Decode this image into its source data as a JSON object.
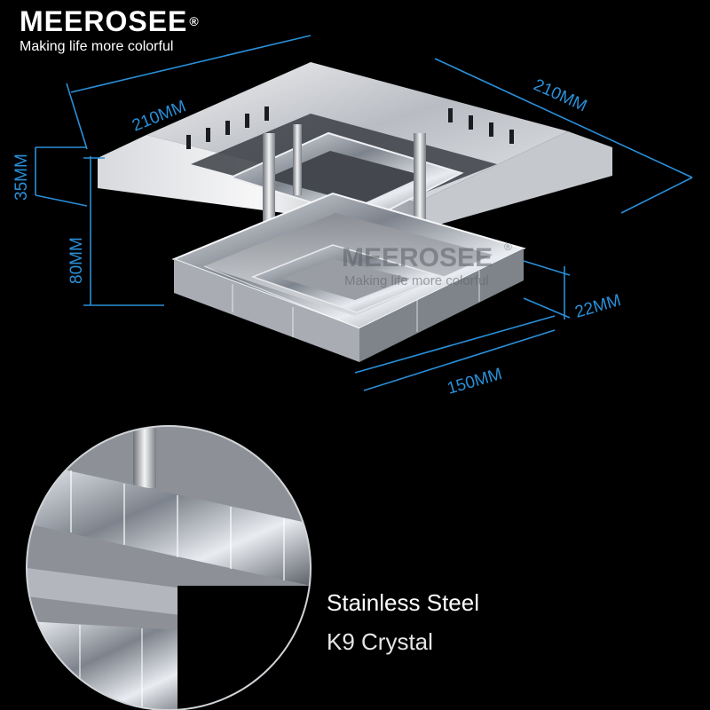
{
  "brand": {
    "name": "MEEROSEE",
    "registered": "®",
    "tagline": "Making life more colorful"
  },
  "watermark": {
    "name": "MEEROSEE",
    "registered": "®",
    "tagline": "Making life more colorful"
  },
  "dimensions": {
    "base_width_left": "210MM",
    "base_width_right": "210MM",
    "base_height": "35MM",
    "total_height": "80MM",
    "frame_depth": "22MM",
    "frame_width": "150MM"
  },
  "materials": {
    "line1": "Stainless Steel",
    "line2": "K9 Crystal"
  },
  "colors": {
    "background": "#000000",
    "dimension_lines": "#2a8fd8",
    "chrome": "#c9ccd1",
    "text": "#ffffff"
  }
}
